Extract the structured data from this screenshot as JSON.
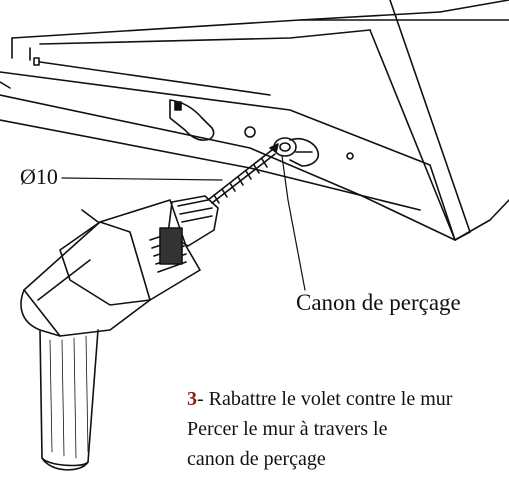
{
  "figure": {
    "diameter_label": "Ø10",
    "callout_label": "Canon de perçage",
    "instruction": {
      "step_number": "3",
      "line1": "- Rabattre le volet contre le mur",
      "line2": " Percer le mur à travers le",
      "line3": "canon de perçage"
    }
  },
  "colors": {
    "ink": "#111111",
    "step_number": "#8b1a1a",
    "background": "#ffffff"
  },
  "icons": [
    "drill-icon",
    "shutter-frame-icon",
    "drill-bit-icon",
    "hinge-icon"
  ]
}
